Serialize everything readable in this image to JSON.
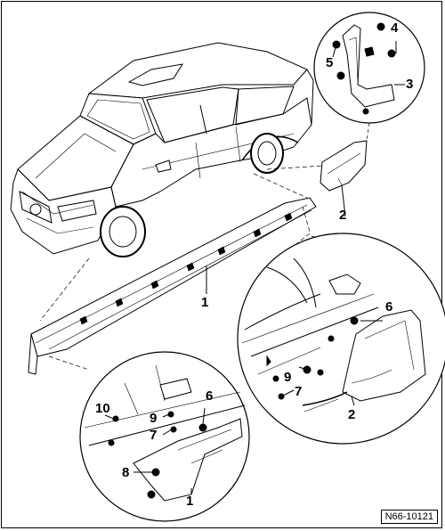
{
  "diagram": {
    "reference_code": "N66-10121",
    "callouts": {
      "c1_main": "1",
      "c2_top": "2",
      "c3": "3",
      "c4": "4",
      "c5": "5",
      "c6_right": "6",
      "c9_right": "9",
      "c7_right": "7",
      "c2_right": "2",
      "c10": "10",
      "c9_left": "9",
      "c6_left": "6",
      "c7_left": "7",
      "c8": "8",
      "c1_left": "1"
    }
  }
}
